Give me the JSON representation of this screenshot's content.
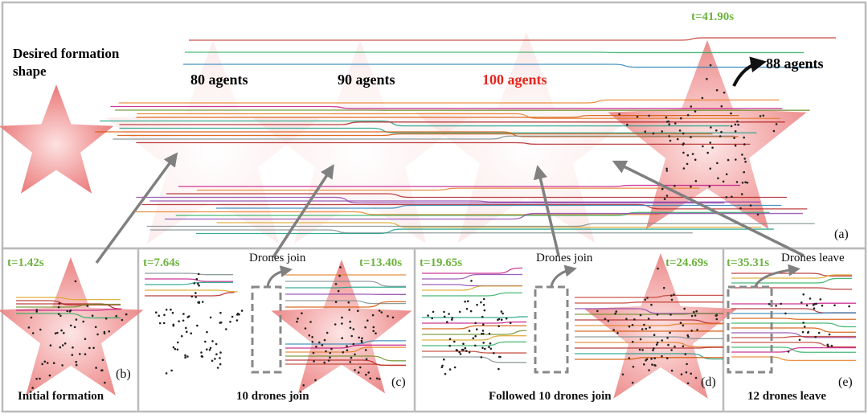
{
  "panel_a": {
    "formation_label": "Desired formation\nshape",
    "counts": [
      "80 agents",
      "90 agents",
      "100 agents",
      "88 agents"
    ],
    "time": "t=41.90s",
    "label": "(a)"
  },
  "panel_b": {
    "time": "t=1.42s",
    "label": "(b)",
    "caption": "Initial formation"
  },
  "panel_c": {
    "time_left": "t=7.64s",
    "time_right": "t=13.40s",
    "annotation": "Drones join",
    "label": "(c)",
    "caption": "10 drones join"
  },
  "panel_d": {
    "time_left": "t=19.65s",
    "time_right": "t=24.69s",
    "annotation": "Drones join",
    "label": "(d)",
    "caption": "Followed 10 drones join"
  },
  "panel_e": {
    "time": "t=35.31s",
    "annotation": "Drones leave",
    "label": "(e)",
    "caption": "12 drones leave"
  },
  "colors": {
    "star": "#ee8a8a",
    "frame": "#bbbbbb",
    "time_text": "#6db33f",
    "highlight": "#e5261f",
    "arrow": "#808080"
  }
}
